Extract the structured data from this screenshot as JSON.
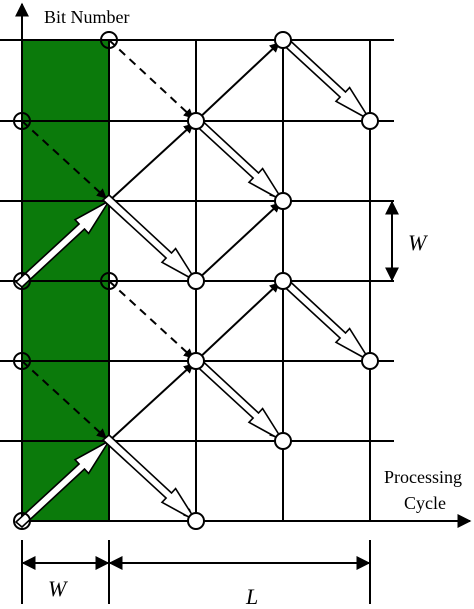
{
  "labels": {
    "y_axis": "Bit Number",
    "x_axis_line1": "Processing",
    "x_axis_line2": "Cycle",
    "dim_w_bottom": "W",
    "dim_l_bottom": "L",
    "dim_w_right": "W"
  },
  "colors": {
    "highlight_column": "#0b7a0b",
    "lines": "#000000",
    "background": "#ffffff"
  }
}
